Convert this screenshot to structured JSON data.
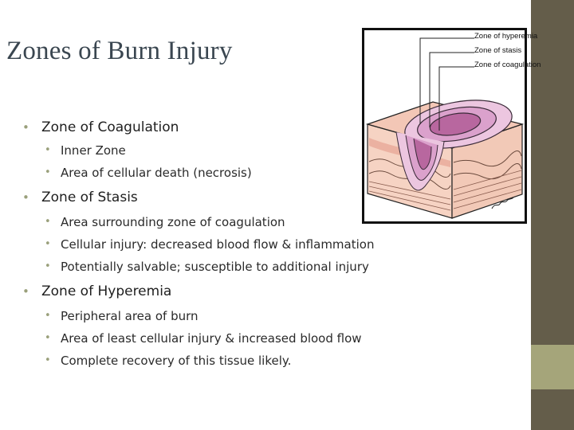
{
  "slide": {
    "title": "Zones of Burn Injury",
    "bullets": [
      {
        "text": "Zone of Coagulation",
        "subs": [
          "Inner Zone",
          "Area of cellular death (necrosis)"
        ]
      },
      {
        "text": "Zone of Stasis",
        "subs": [
          "Area surrounding zone of coagulation",
          "Cellular injury: decreased blood flow & inflammation",
          "Potentially salvable; susceptible to additional injury"
        ]
      },
      {
        "text": "Zone of Hyperemia",
        "subs": [
          "Peripheral area of burn",
          "Area of least cellular injury & increased blood flow",
          "Complete recovery of this tissue likely."
        ]
      }
    ]
  },
  "figure": {
    "labels": [
      "Zone of hyperemia",
      "Zone of stasis",
      "Zone of coagulation"
    ]
  },
  "colors": {
    "band": "#645d4a",
    "accent": "#a5a57a",
    "bullet": "#9aa07b",
    "title": "#3a4650"
  }
}
